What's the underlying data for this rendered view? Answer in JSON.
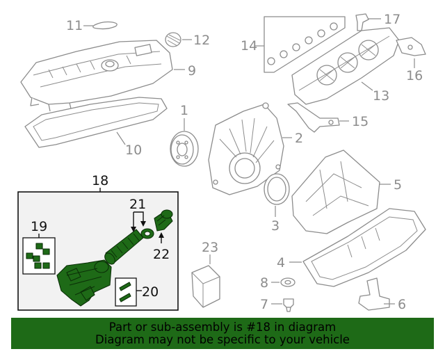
{
  "callouts": {
    "c1": "1",
    "c2": "2",
    "c3": "3",
    "c4": "4",
    "c5": "5",
    "c6": "6",
    "c7": "7",
    "c8": "8",
    "c9": "9",
    "c10": "10",
    "c11": "11",
    "c12": "12",
    "c13": "13",
    "c14": "14",
    "c15": "15",
    "c16": "16",
    "c17": "17",
    "c18": "18",
    "c19": "19",
    "c20": "20",
    "c21": "21",
    "c22": "22",
    "c23": "23"
  },
  "highlight": {
    "part_number": "18",
    "color": "#1e6a17"
  },
  "banner": {
    "line1": "Part or sub-assembly is #18 in diagram",
    "line2": "Diagram may not be specific to your vehicle"
  },
  "colors": {
    "banner": "#1e6a17",
    "line_art": "#8c8c8c",
    "highlight_fill": "#1e6a17"
  }
}
